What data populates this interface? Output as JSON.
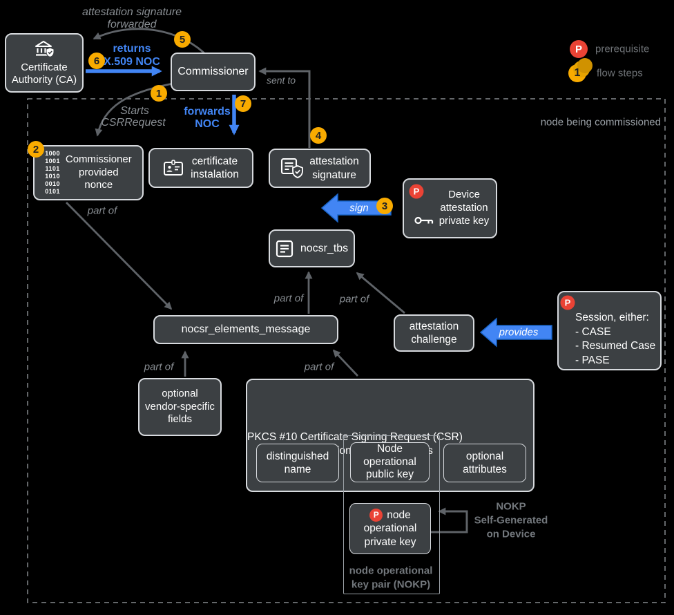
{
  "colors": {
    "accent_blue": "#4285f4",
    "badge_yellow": "#f9ab00",
    "badge_red": "#ea4335",
    "box_fill": "#3c4043",
    "box_border": "#dadce0",
    "arrow_gray": "#5f6368"
  },
  "region": {
    "label": "node being commissioned"
  },
  "legend": {
    "prereq_badge": "P",
    "prereq_label": "prerequisite",
    "flow_badge": "1",
    "flow_label": "flow steps"
  },
  "badges": {
    "p": "P",
    "s1": "1",
    "s2": "2",
    "s3": "3",
    "s4": "4",
    "s5": "5",
    "s6": "6",
    "s7": "7"
  },
  "nodes": {
    "ca": {
      "lines": [
        "Certificate",
        "Authority (CA)"
      ]
    },
    "commissioner": {
      "label": "Commissioner"
    },
    "nonce": {
      "binary": [
        "1000",
        "1001",
        "1101",
        "1010",
        "0010",
        "0101"
      ],
      "lines": [
        "Commissioner",
        "provided",
        "nonce"
      ]
    },
    "cert_install": {
      "lines": [
        "certificate",
        "instalation"
      ]
    },
    "attest_sig": {
      "lines": [
        "attestation",
        "signature"
      ]
    },
    "device_key": {
      "lines": [
        "Device",
        "attestation",
        "private key"
      ]
    },
    "nocsr_tbs": {
      "label": "nocsr_tbs"
    },
    "elements": {
      "label": "nocsr_elements_message"
    },
    "challenge": {
      "lines": [
        "attestation",
        "challenge"
      ]
    },
    "session": {
      "lines": [
        "Session, either:",
        "- CASE",
        "- Resumed Case",
        "- PASE"
      ]
    },
    "vendor": {
      "lines": [
        "optional",
        "vendor-specific",
        "fields"
      ]
    },
    "pkcs": {
      "title": [
        "PKCS #10 Certificate Signing Request (CSR)",
        "node_operational_csr_der_bytes"
      ]
    },
    "dn": {
      "lines": [
        "distinguished",
        "name"
      ]
    },
    "nopk": {
      "lines": [
        "Node",
        "operational",
        "public key"
      ]
    },
    "oa": {
      "lines": [
        "optional",
        "attributes"
      ]
    },
    "priv": {
      "lines": [
        "node",
        "operational",
        "private key"
      ]
    }
  },
  "edge_labels": {
    "forwarded": [
      "attestation signature",
      "forwarded"
    ],
    "returns": [
      "returns",
      "X.509 NOC"
    ],
    "starts": [
      "Starts",
      "CSRRequest"
    ],
    "forwards": [
      "forwards",
      "NOC"
    ],
    "sent_to": "sent to",
    "sign": "sign",
    "provides": "provides",
    "part_of": "part of",
    "nokp_gen": [
      "NOKP",
      "Self-Generated",
      "on Device"
    ],
    "nokp_pair": [
      "node operational",
      "key pair (NOKP)"
    ]
  }
}
